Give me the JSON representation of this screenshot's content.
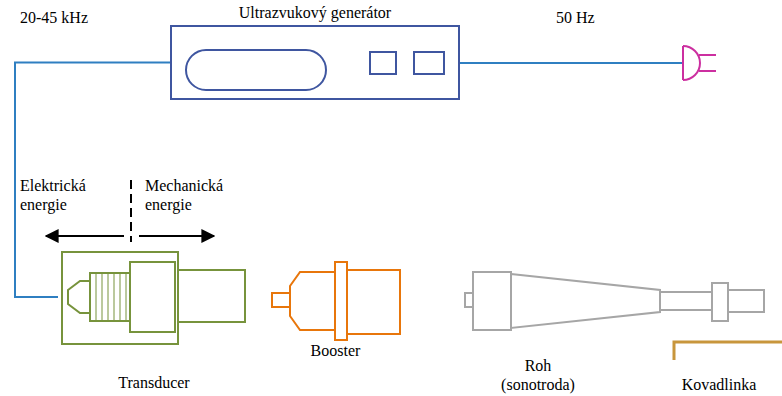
{
  "diagram": {
    "nodes": [
      {
        "text": [
          "Ultrazvukový generátor"
        ]
      },
      {
        "text": [
          "Transducer"
        ]
      },
      {
        "text": [
          "Booster"
        ]
      },
      {
        "text": [
          "Roh (sonotroda)"
        ]
      },
      {
        "text": [
          "Kovadlinka"
        ]
      }
    ],
    "edges": [
      {
        "from": 0,
        "to": 1,
        "arrow": "none",
        "label": "20-45 kHz"
      }
    ],
    "labels": [
      "50 Hz",
      "Elektrická energie",
      "Mechanická energie"
    ]
  }
}
